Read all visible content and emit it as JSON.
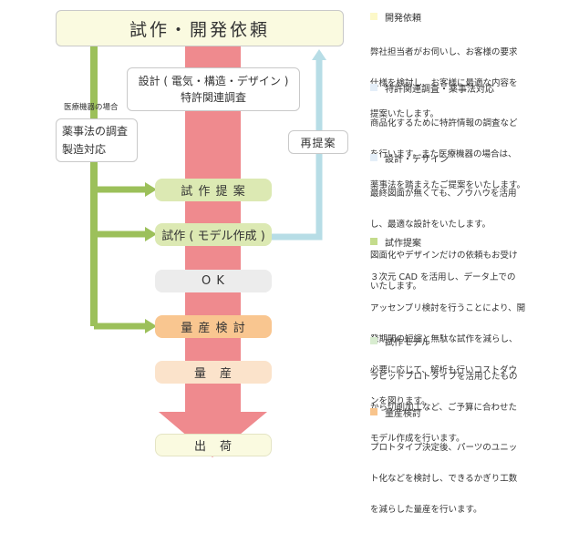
{
  "flow": {
    "title": "試作・開発依頼",
    "design_box": {
      "line1": "設計 ( 電気・構造・デザイン )",
      "line2": "特許関連調査"
    },
    "medical_note": "医療機器の場合",
    "regulation_box": {
      "line1": "薬事法の調査",
      "line2": "製造対応"
    },
    "repropose": "再提案",
    "steps": [
      "試 作 提 案",
      "試作 ( モデル作成 )",
      "O K",
      "量 産 検 討",
      "量　産",
      "出　荷"
    ]
  },
  "colors": {
    "title_fill": "#fafae0",
    "trunk": "#ef8a8e",
    "green_line": "#9cc05a",
    "blue_line": "#b7dde6",
    "proposal": "#dce9b3",
    "ok": "#ececec",
    "mass_study": "#f9c690",
    "mass": "#fbe3cb",
    "ship": "#fafae0"
  },
  "legend": [
    {
      "label": "開発依頼",
      "color": "#fcf8c8",
      "lines": [
        "弊社担当者がお伺いし、お客様の要求",
        "仕様を検討し、お客様に最適な内容を",
        "提案いたします。"
      ]
    },
    {
      "label": "特許関連調査・薬事法対応",
      "color": "#e4eef8",
      "lines": [
        "商品化するために特許情報の調査など",
        "を行います。また医療機器の場合は、",
        "薬事法を踏まえたご提案をいたします。"
      ]
    },
    {
      "label": "設計・デザイン",
      "color": "#e4eef8",
      "lines": [
        "最終図面が無くても、ノウハウを活用",
        "し、最適な設計をいたします。",
        "図面化やデザインだけの依頼もお受け",
        "いたします。"
      ]
    },
    {
      "label": "試作提案",
      "color": "#c4dc8c",
      "lines": [
        "３次元 CAD を活用し、データ上での",
        "アッセンブリ検討を行うことにより、開",
        "発期間の短縮と無駄な試作を減らし、",
        "必要に応じて、解析も行いコストダウ",
        "ンを図ります。"
      ]
    },
    {
      "label": "試作モデル",
      "color": "#d8ecd0",
      "lines": [
        "ラピッドプロトタイプを活用したもの",
        "から切削加工など、ご予算に合わせた",
        "モデル作成を行います。"
      ]
    },
    {
      "label": "量産検討",
      "color": "#f8c48c",
      "lines": [
        "プロトタイプ決定後、パーツのユニッ",
        "ト化などを検討し、できるかぎり工数",
        "を減らした量産を行います。"
      ]
    }
  ]
}
